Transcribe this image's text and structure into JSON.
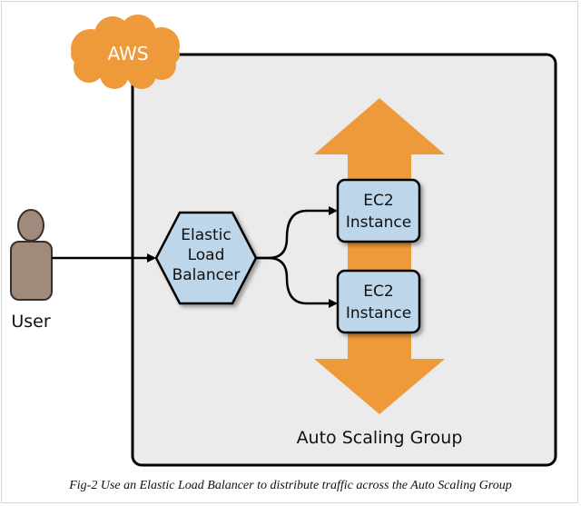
{
  "cloud": {
    "label": "AWS"
  },
  "user": {
    "label": "User"
  },
  "elb": {
    "lines": [
      "Elastic",
      "Load",
      "Balancer"
    ]
  },
  "instances": [
    {
      "lines": [
        "EC2",
        "Instance"
      ]
    },
    {
      "lines": [
        "EC2",
        "Instance"
      ]
    }
  ],
  "group": {
    "label": "Auto Scaling Group"
  },
  "caption": "Fig-2 Use an Elastic Load Balancer to distribute traffic across the Auto Scaling Group",
  "colors": {
    "orange": "#ef9a3a",
    "box_fill": "#bdd6ea",
    "panel": "#ebebeb",
    "user": "#a08a7c"
  }
}
